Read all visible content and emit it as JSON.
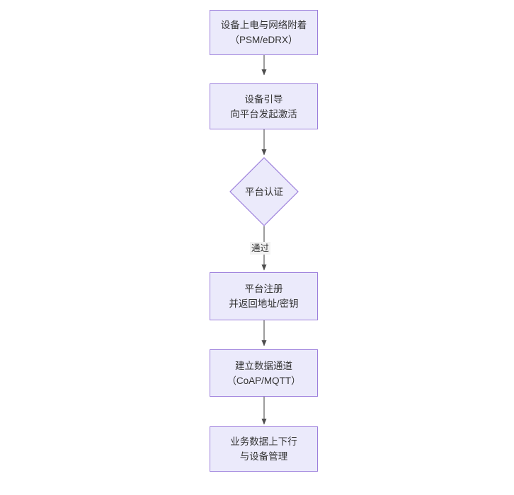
{
  "diagram": {
    "type": "flowchart",
    "orientation": "top-to-bottom",
    "background_color": "#ffffff",
    "node_fill_color": "#ebeafb",
    "node_border_color": "#9c7fdc",
    "text_color": "#333333",
    "connector_color": "#4d4d4d",
    "nodes": [
      {
        "id": "n1",
        "shape": "rectangle",
        "lines": [
          "设备上电与网络附着",
          "（PSM/eDRX）"
        ]
      },
      {
        "id": "n2",
        "shape": "rectangle",
        "lines": [
          "设备引导",
          "向平台发起激活"
        ]
      },
      {
        "id": "n3",
        "shape": "diamond",
        "lines": [
          "平台认证"
        ]
      },
      {
        "id": "n4",
        "shape": "rectangle",
        "lines": [
          "平台注册",
          "并返回地址/密钥"
        ]
      },
      {
        "id": "n5",
        "shape": "rectangle",
        "lines": [
          "建立数据通道",
          "（CoAP/MQTT）"
        ]
      },
      {
        "id": "n6",
        "shape": "rectangle",
        "lines": [
          "业务数据上下行",
          "与设备管理"
        ]
      }
    ],
    "edges": [
      {
        "id": "e1",
        "from": "n1",
        "to": "n2",
        "label": ""
      },
      {
        "id": "e2",
        "from": "n2",
        "to": "n3",
        "label": ""
      },
      {
        "id": "e3",
        "from": "n3",
        "to": "n4",
        "label": "通过"
      },
      {
        "id": "e4",
        "from": "n4",
        "to": "n5",
        "label": ""
      },
      {
        "id": "e5",
        "from": "n5",
        "to": "n6",
        "label": ""
      }
    ]
  }
}
